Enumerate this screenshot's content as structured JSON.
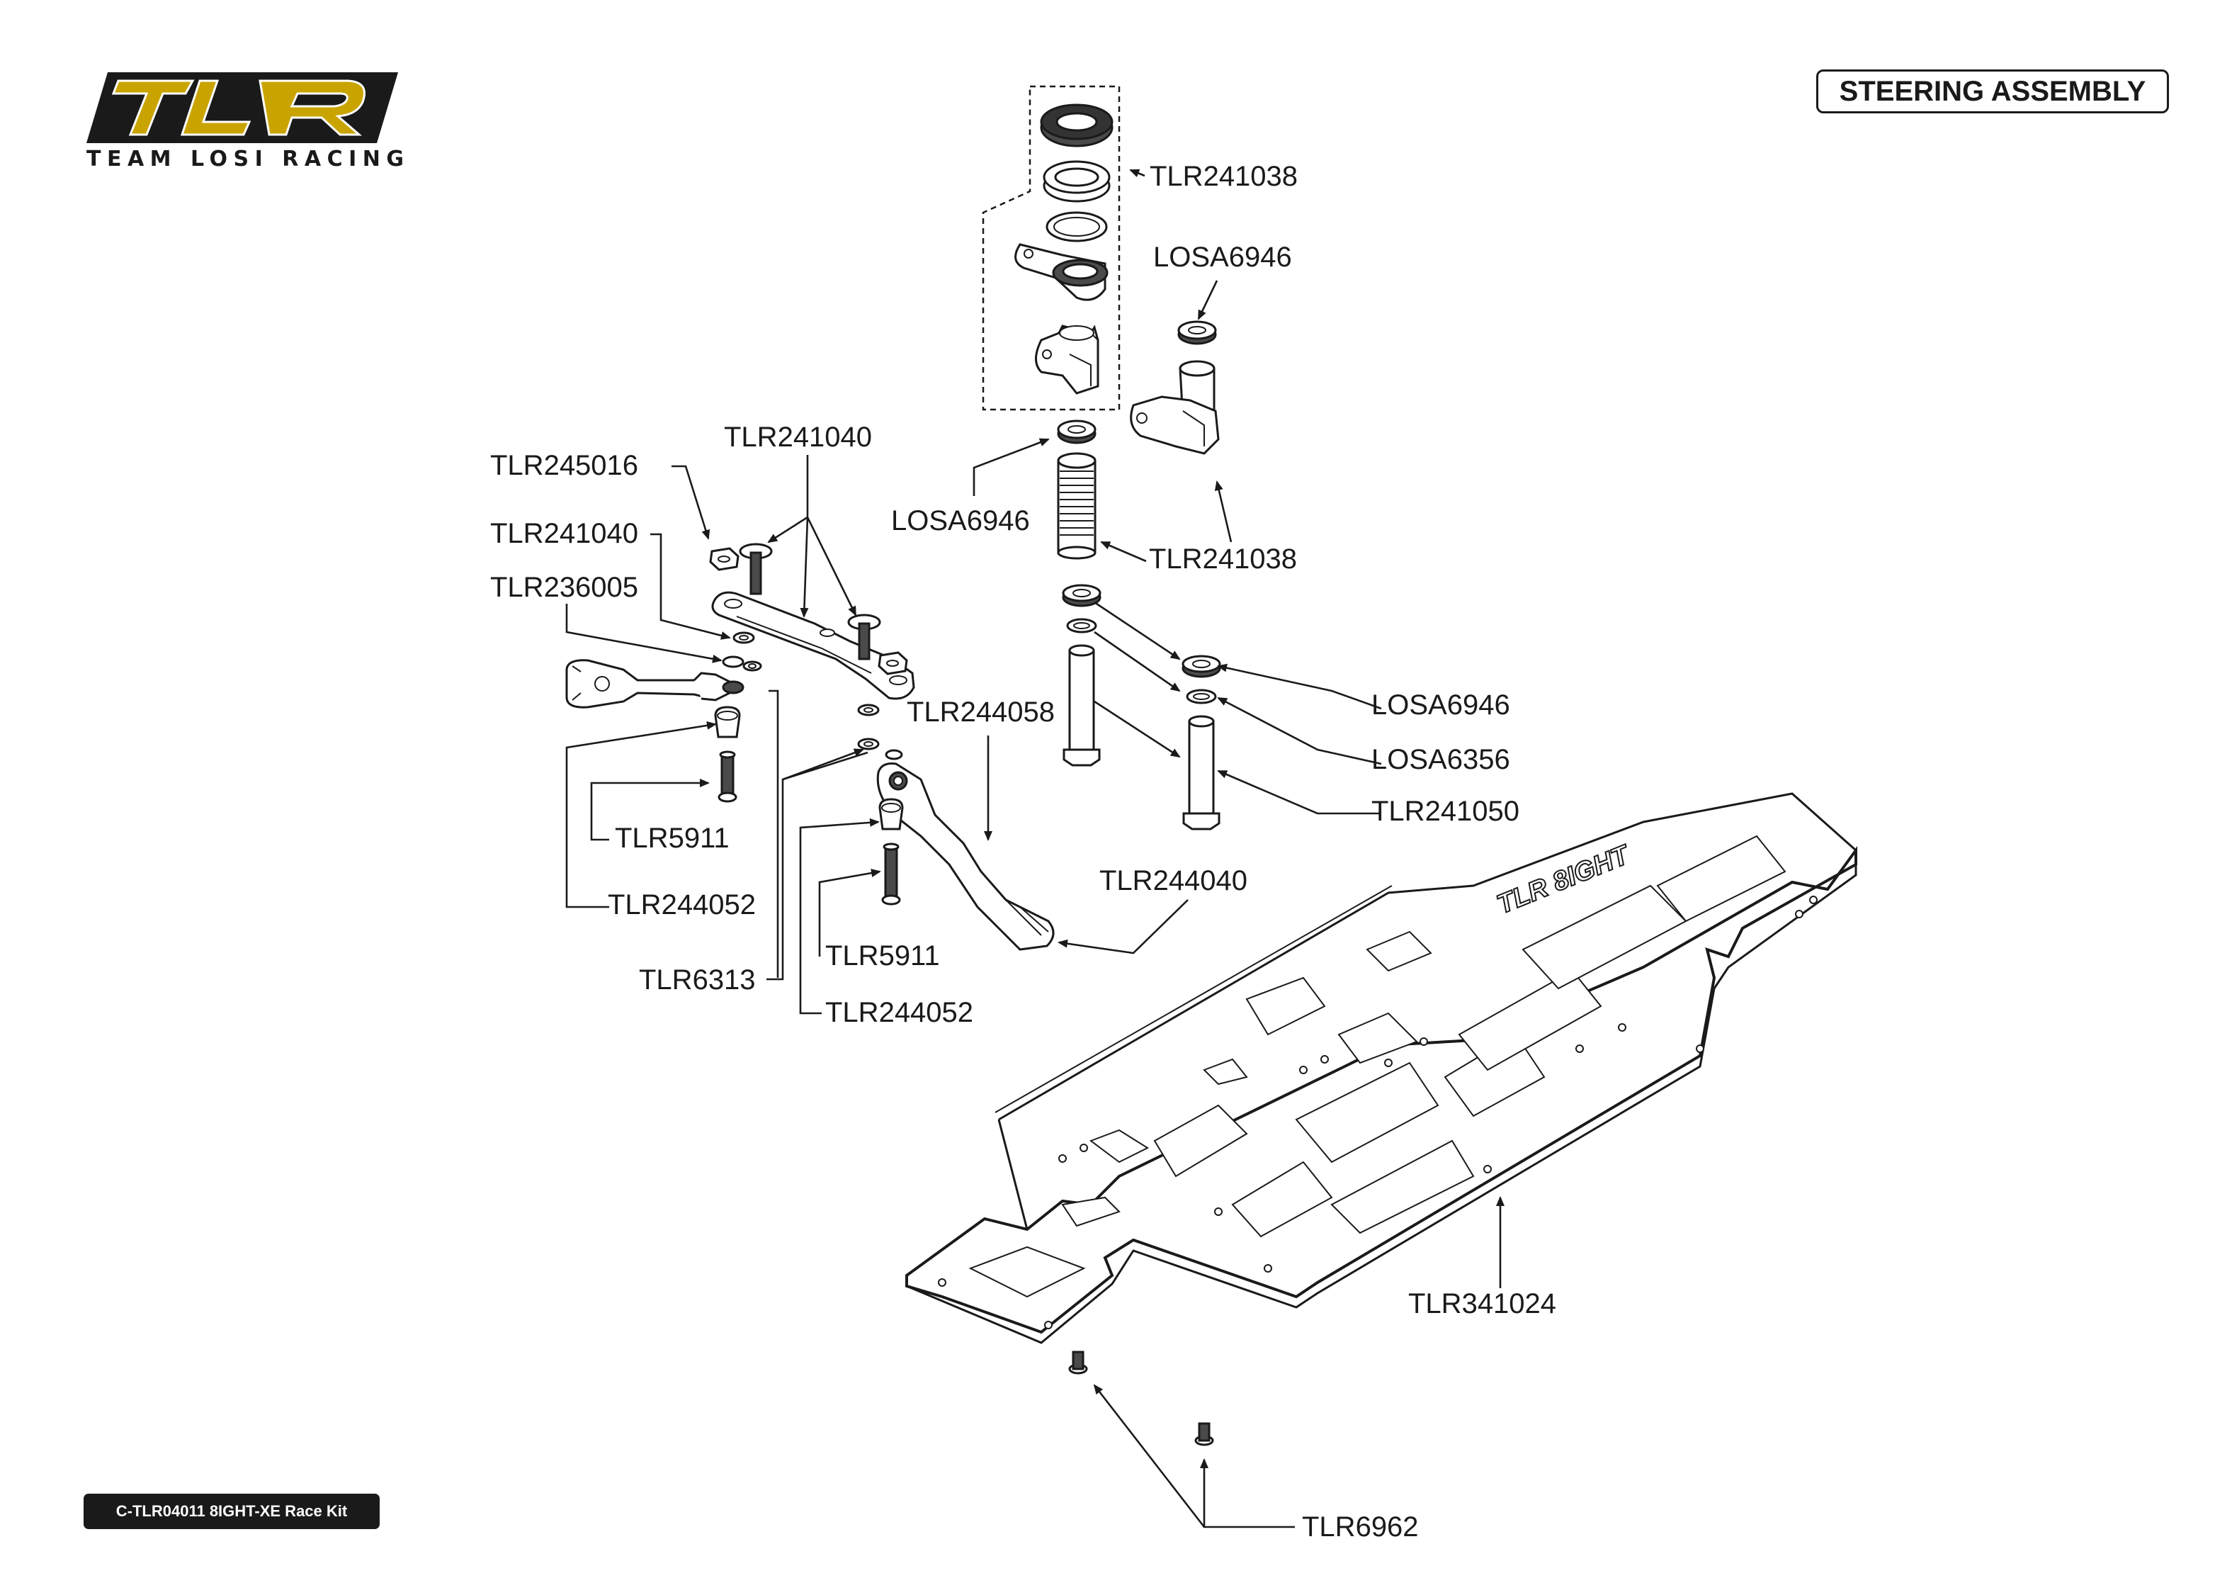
{
  "header": {
    "title": "STEERING ASSEMBLY",
    "kit_label": "C-TLR04011 8IGHT-XE Race Kit"
  },
  "logo": {
    "mark": "TLR",
    "tagline": "TEAM LOSI RACING",
    "colors": {
      "outline": "#1a1a1a",
      "fill": "#c9a400"
    }
  },
  "callouts": {
    "tlr241038_top": "TLR241038",
    "losa6946_top": "LOSA6946",
    "losa6946_left": "LOSA6946",
    "tlr241038_post": "TLR241038",
    "tlr241040_top": "TLR241040",
    "tlr245016": "TLR245016",
    "tlr241040_left": "TLR241040",
    "tlr236005": "TLR236005",
    "tlr244058": "TLR244058",
    "losa6946_right": "LOSA6946",
    "losa6356": "LOSA6356",
    "tlr241050": "TLR241050",
    "tlr5911_a": "TLR5911",
    "tlr244052_a": "TLR244052",
    "tlr244040": "TLR244040",
    "tlr5911_b": "TLR5911",
    "tlr6313": "TLR6313",
    "tlr244052_b": "TLR244052",
    "tlr341024": "TLR341024",
    "tlr6962": "TLR6962"
  },
  "chassis_logo_text": "TLR 8IGHT"
}
